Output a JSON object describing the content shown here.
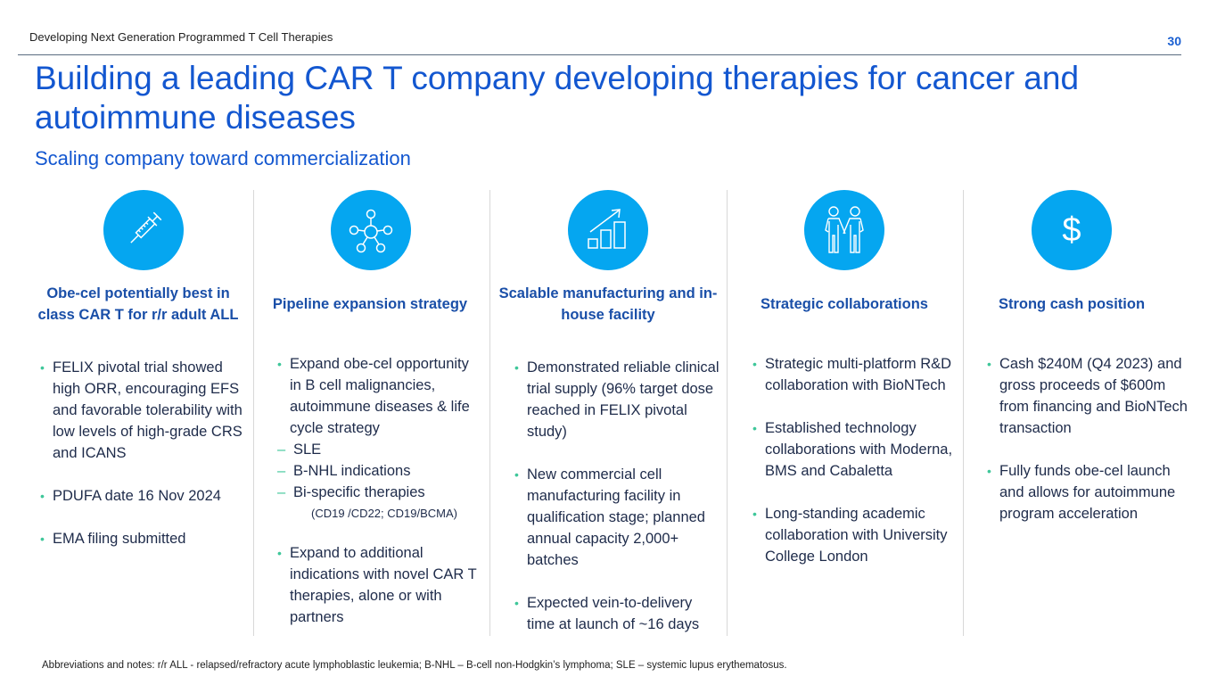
{
  "header": {
    "deck_title": "Developing Next Generation Programmed T Cell Therapies",
    "page_number": "30"
  },
  "title": "Building a leading CAR T company developing therapies for cancer and autoimmune diseases",
  "subtitle": "Scaling company toward commercialization",
  "columns": [
    {
      "icon": "syringe-icon",
      "heading": "Obe-cel potentially best in class CAR T for r/r adult ALL",
      "bullets": [
        "FELIX pivotal trial showed high ORR, encouraging EFS and favorable tolerability with low levels of high-grade CRS and ICANS",
        "PDUFA date 16 Nov 2024",
        "EMA filing submitted"
      ]
    },
    {
      "icon": "network-icon",
      "heading": "Pipeline expansion strategy",
      "bullets": [
        "Expand obe-cel opportunity in B cell malignancies, autoimmune diseases & life cycle strategy",
        "Expand to additional indications with novel CAR T therapies, alone or with partners"
      ],
      "sub_bullets": [
        "SLE",
        "B-NHL indications",
        "Bi-specific therapies"
      ],
      "sub_note": "(CD19 /CD22; CD19/BCMA)"
    },
    {
      "icon": "growth-chart-icon",
      "heading": "Scalable manufacturing and in-house facility",
      "bullets": [
        "Demonstrated reliable clinical trial supply (96% target dose reached in FELIX pivotal study)",
        "New commercial cell manufacturing facility in qualification stage; planned annual capacity 2,000+ batches",
        "Expected vein-to-delivery time at launch of ~16 days"
      ]
    },
    {
      "icon": "handshake-icon",
      "heading": "Strategic collaborations",
      "bullets": [
        "Strategic multi-platform R&D collaboration with BioNTech",
        "Established technology collaborations with Moderna, BMS and Cabaletta",
        "Long-standing academic collaboration with University College London"
      ]
    },
    {
      "icon": "dollar-icon",
      "icon_glyph": "$",
      "heading": "Strong cash position",
      "bullets": [
        "Cash $240M (Q4 2023) and gross proceeds of $600m from financing and BioNTech transaction",
        "Fully funds obe-cel launch and allows for autoimmune program acceleration"
      ]
    }
  ],
  "footnote": "Abbreviations and notes: r/r ALL - relapsed/refractory acute lymphoblastic leukemia; B-NHL – B-cell non-Hodgkin’s lymphoma; SLE – systemic lupus erythematosus."
}
